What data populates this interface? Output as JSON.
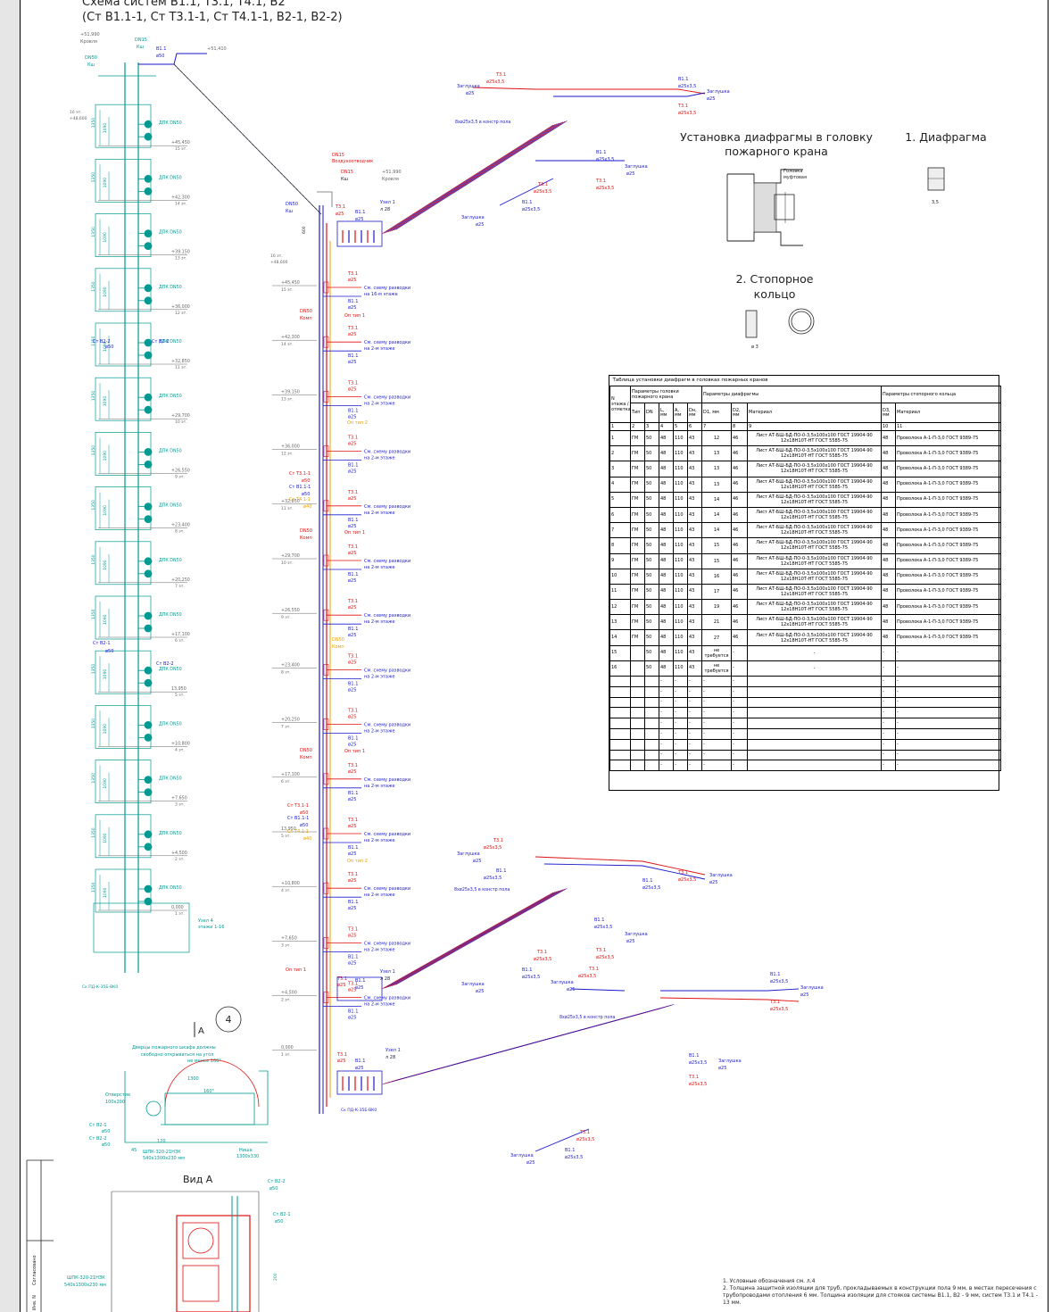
{
  "sheet": {
    "title_line1": "Схема систем В1.1, Т3.1, Т4.1, В2",
    "title_line2": "(Ст В1.1-1, Ст Т3.1-1, Ст Т4.1-1, В2-1, В2-2)"
  },
  "details": {
    "head_title_1": "Установка диафрагмы в головку",
    "head_title_2": "пожарного крана",
    "head_label_1": "Головка",
    "head_label_2": "муфтовая",
    "diaphragm_title": "1. Диафрагма",
    "diaphragm_dim": "3,5",
    "ring_title_1": "2. Стопорное",
    "ring_title_2": "кольцо",
    "ring_dim": "ø 3"
  },
  "view_a": {
    "view_marker": "A",
    "circle_number": "4",
    "title": "Вид А",
    "door_note_1": "Дверцы пожарного шкафа должны",
    "door_note_2": "свободно открываться на угол",
    "door_note_3": "не менее 160°",
    "angle": "160°",
    "width_1300": "1300",
    "opening_1": "Отверстие",
    "opening_2": "100x200",
    "cabinet_1": "ШПК-320-21НЗК",
    "cabinet_2": "540x1300x230 мм",
    "niche_1": "Ниша",
    "niche_2": "1300x330",
    "st_b2_1": "Ст В2-1",
    "st_b2_2": "Ст В2-2",
    "d50": "ø50",
    "dim_45": "45",
    "dim_120": "120",
    "dim_200": "200"
  },
  "left_riser": {
    "top_marks": [
      "+51,990",
      "Кровля"
    ],
    "dn15": "DN15",
    "ksh": "Кш",
    "dn50": "DN50",
    "b11": "В1.1",
    "d50": "ø50",
    "elev_top": "+51,410",
    "tech_floor": [
      "16 эт.",
      "+48,600"
    ],
    "floors": [
      {
        "elev": "+45,450",
        "floor": "15 эт."
      },
      {
        "elev": "+42,300",
        "floor": "14 эт."
      },
      {
        "elev": "+39,150",
        "floor": "13 эт."
      },
      {
        "elev": "+36,000",
        "floor": "12 эт."
      },
      {
        "elev": "+32,850",
        "floor": "11 эт."
      },
      {
        "elev": "+29,700",
        "floor": "10 эт."
      },
      {
        "elev": "+26,550",
        "floor": "9 эт."
      },
      {
        "elev": "+23,400",
        "floor": "8 эт."
      },
      {
        "elev": "+20,250",
        "floor": "7 эт."
      },
      {
        "elev": "+17,100",
        "floor": "6 эт."
      },
      {
        "elev": "13,950",
        "floor": "5 эт."
      },
      {
        "elev": "+10,800",
        "floor": "4 эт."
      },
      {
        "elev": "+7,650",
        "floor": "3 эт."
      },
      {
        "elev": "+4,500",
        "floor": "2 эт."
      },
      {
        "elev": "0,000",
        "floor": "1 эт."
      }
    ],
    "valve": "ДПК DN50",
    "dim_1350": "1350",
    "dim_1090": "1090",
    "st_b2_2": "Ст В2-2",
    "st_b2_1": "Ст В2-1",
    "node4_1": "Узел 4",
    "node4_2": "этажи 1-16",
    "bottom": "Ск ПД-К-35Б-ВК0"
  },
  "mid_riser": {
    "dn15": "DN15",
    "air_vent": "Воздухоотводчик",
    "ksh": "Кш",
    "elev_roof": "+51,990",
    "roof": "Кровля",
    "dn50": "DN50",
    "t31": "Т3.1",
    "b11": "В1.1",
    "d25": "ø25",
    "d50": "ø50",
    "d40": "ø40",
    "node1": "Узел 1",
    "l28": "л 28",
    "see_1": "См. схему разводки",
    "see_2": "на 2-м этаже",
    "see_16": "на 16-м этаже",
    "komp": "Комп",
    "op_t1": "Оп тип 1",
    "op_t2": "Оп тип 2",
    "st_t31": "Ст Т3.1-1",
    "st_b11": "Ст В1.1-1",
    "st_t41": "Ст Т4.1-1",
    "dim_600": "600",
    "tech": [
      "16 эт.",
      "+48,600"
    ],
    "floor_elevs": [
      {
        "elev": "+45,450",
        "floor": "15 эт."
      },
      {
        "elev": "+42,300",
        "floor": "14 эт."
      },
      {
        "elev": "+39,150",
        "floor": "13 эт."
      },
      {
        "elev": "+36,000",
        "floor": "12 эт."
      },
      {
        "elev": "+32,850",
        "floor": "11 эт."
      },
      {
        "elev": "+29,700",
        "floor": "10 эт."
      },
      {
        "elev": "+26,550",
        "floor": "9 эт."
      },
      {
        "elev": "+23,400",
        "floor": "8 эт."
      },
      {
        "elev": "+20,250",
        "floor": "7 эт."
      },
      {
        "elev": "+17,100",
        "floor": "6 эт."
      },
      {
        "elev": "13,950",
        "floor": "5 эт."
      },
      {
        "elev": "+10,800",
        "floor": "4 эт."
      },
      {
        "elev": "+7,650",
        "floor": "3 эт."
      },
      {
        "elev": "+4,500",
        "floor": "2 эт."
      },
      {
        "elev": "0,000",
        "floor": "1 эт."
      }
    ],
    "bottom": "Ск ПД-К-35Б-ВК0"
  },
  "branches": {
    "plug": "Заглушка",
    "d25": "ø25",
    "d25x35": "ø25x3,5",
    "t31": "Т3.1",
    "b11": "В1.1",
    "pipe_note": "8xø25x3,5 в констр пола"
  },
  "table": {
    "caption": "Таблица установки диафрагм в головках пожарных кранов",
    "h_floor": "N этажа /отметка",
    "h_head": "Параметры головки пожарного крана",
    "h_diaph": "Параметры диафрагмы",
    "h_ring": "Параметры стопорного кольца",
    "sub": [
      "Тип",
      "DN",
      "L, мм",
      "A, мм",
      "Dн, мм",
      "D1, мм",
      "D2, мм",
      "Материал",
      "D3, мм",
      "Материал"
    ],
    "nums": [
      "1",
      "2",
      "3",
      "4",
      "5",
      "6",
      "7",
      "8",
      "9",
      "10",
      "11"
    ],
    "rows": [
      {
        "n": "1",
        "type": "ГМ",
        "dn": "50",
        "l": "48",
        "a": "110",
        "dh": "43",
        "d1": "12",
        "d2": "46",
        "mat": "Лист АТ-БШ-БД-ПО-0-3,5х100х100 ГОСТ 19904-90 12х18Н10Т-НТ ГОСТ 5585-75",
        "d3": "48",
        "mat2": "Проволока А-1-П-3,0 ГОСТ 9389-75"
      },
      {
        "n": "2",
        "type": "ГМ",
        "dn": "50",
        "l": "48",
        "a": "110",
        "dh": "43",
        "d1": "13",
        "d2": "46",
        "mat": "Лист АТ-БШ-БД-ПО-0-3,5х100х100 ГОСТ 19904-90 12х18Н10Т-НТ ГОСТ 5585-75",
        "d3": "48",
        "mat2": "Проволока А-1-П-3,0 ГОСТ 9389-75"
      },
      {
        "n": "3",
        "type": "ГМ",
        "dn": "50",
        "l": "48",
        "a": "110",
        "dh": "43",
        "d1": "13",
        "d2": "46",
        "mat": "Лист АТ-БШ-БД-ПО-0-3,5х100х100 ГОСТ 19904-90 12х18Н10Т-НТ ГОСТ 5585-75",
        "d3": "48",
        "mat2": "Проволока А-1-П-3,0 ГОСТ 9389-75"
      },
      {
        "n": "4",
        "type": "ГМ",
        "dn": "50",
        "l": "48",
        "a": "110",
        "dh": "43",
        "d1": "13",
        "d2": "46",
        "mat": "Лист АТ-БШ-БД-ПО-0-3,5х100х100 ГОСТ 19904-90 12х18Н10Т-НТ ГОСТ 5585-75",
        "d3": "48",
        "mat2": "Проволока А-1-П-3,0 ГОСТ 9389-75"
      },
      {
        "n": "5",
        "type": "ГМ",
        "dn": "50",
        "l": "48",
        "a": "110",
        "dh": "43",
        "d1": "14",
        "d2": "46",
        "mat": "Лист АТ-БШ-БД-ПО-0-3,5х100х100 ГОСТ 19904-90 12х18Н10Т-НТ ГОСТ 5585-75",
        "d3": "48",
        "mat2": "Проволока А-1-П-3,0 ГОСТ 9389-75"
      },
      {
        "n": "6",
        "type": "ГМ",
        "dn": "50",
        "l": "48",
        "a": "110",
        "dh": "43",
        "d1": "14",
        "d2": "46",
        "mat": "Лист АТ-БШ-БД-ПО-0-3,5х100х100 ГОСТ 19904-90 12х18Н10Т-НТ ГОСТ 5585-75",
        "d3": "48",
        "mat2": "Проволока А-1-П-3,0 ГОСТ 9389-75"
      },
      {
        "n": "7",
        "type": "ГМ",
        "dn": "50",
        "l": "48",
        "a": "110",
        "dh": "43",
        "d1": "14",
        "d2": "46",
        "mat": "Лист АТ-БШ-БД-ПО-0-3,5х100х100 ГОСТ 19904-90 12х18Н10Т-НТ ГОСТ 5585-75",
        "d3": "48",
        "mat2": "Проволока А-1-П-3,0 ГОСТ 9389-75"
      },
      {
        "n": "8",
        "type": "ГМ",
        "dn": "50",
        "l": "48",
        "a": "110",
        "dh": "43",
        "d1": "15",
        "d2": "46",
        "mat": "Лист АТ-БШ-БД-ПО-0-3,5х100х100 ГОСТ 19904-90 12х18Н10Т-НТ ГОСТ 5585-75",
        "d3": "48",
        "mat2": "Проволока А-1-П-3,0 ГОСТ 9389-75"
      },
      {
        "n": "9",
        "type": "ГМ",
        "dn": "50",
        "l": "48",
        "a": "110",
        "dh": "43",
        "d1": "15",
        "d2": "46",
        "mat": "Лист АТ-БШ-БД-ПО-0-3,5х100х100 ГОСТ 19904-90 12х18Н10Т-НТ ГОСТ 5585-75",
        "d3": "48",
        "mat2": "Проволока А-1-П-3,0 ГОСТ 9389-75"
      },
      {
        "n": "10",
        "type": "ГМ",
        "dn": "50",
        "l": "48",
        "a": "110",
        "dh": "43",
        "d1": "16",
        "d2": "46",
        "mat": "Лист АТ-БШ-БД-ПО-0-3,5х100х100 ГОСТ 19904-90 12х18Н10Т-НТ ГОСТ 5585-75",
        "d3": "48",
        "mat2": "Проволока А-1-П-3,0 ГОСТ 9389-75"
      },
      {
        "n": "11",
        "type": "ГМ",
        "dn": "50",
        "l": "48",
        "a": "110",
        "dh": "43",
        "d1": "17",
        "d2": "46",
        "mat": "Лист АТ-БШ-БД-ПО-0-3,5х100х100 ГОСТ 19904-90 12х18Н10Т-НТ ГОСТ 5585-75",
        "d3": "48",
        "mat2": "Проволока А-1-П-3,0 ГОСТ 9389-75"
      },
      {
        "n": "12",
        "type": "ГМ",
        "dn": "50",
        "l": "48",
        "a": "110",
        "dh": "43",
        "d1": "19",
        "d2": "46",
        "mat": "Лист АТ-БШ-БД-ПО-0-3,5х100х100 ГОСТ 19904-90 12х18Н10Т-НТ ГОСТ 5585-75",
        "d3": "48",
        "mat2": "Проволока А-1-П-3,0 ГОСТ 9389-75"
      },
      {
        "n": "13",
        "type": "ГМ",
        "dn": "50",
        "l": "48",
        "a": "110",
        "dh": "43",
        "d1": "21",
        "d2": "46",
        "mat": "Лист АТ-БШ-БД-ПО-0-3,5х100х100 ГОСТ 19904-90 12х18Н10Т-НТ ГОСТ 5585-75",
        "d3": "48",
        "mat2": "Проволока А-1-П-3,0 ГОСТ 9389-75"
      },
      {
        "n": "14",
        "type": "ГМ",
        "dn": "50",
        "l": "48",
        "a": "110",
        "dh": "43",
        "d1": "27",
        "d2": "46",
        "mat": "Лист АТ-БШ-БД-ПО-0-3,5х100х100 ГОСТ 19904-90 12х18Н10Т-НТ ГОСТ 5585-75",
        "d3": "48",
        "mat2": "Проволока А-1-П-3,0 ГОСТ 9389-75"
      },
      {
        "n": "15",
        "type": "",
        "dn": "50",
        "l": "48",
        "a": "110",
        "dh": "43",
        "d1": "не требуется",
        "d2": "-",
        "mat": "-",
        "d3": "-",
        "mat2": "-"
      },
      {
        "n": "16",
        "type": "",
        "dn": "50",
        "l": "48",
        "a": "110",
        "dh": "43",
        "d1": "не требуется",
        "d2": "-",
        "mat": "-",
        "d3": "-",
        "mat2": "-"
      }
    ],
    "dash": "-"
  },
  "notes": {
    "n1": "1. Условные обозначения см. л.4",
    "n2": "2. Толщина защитной изоляции для труб, прокладываемых в конструкции пола 9 мм, в местах пересечения с",
    "n3": "трубопроводами отопления 6 мм. Толщина изоляции для стояков системы В1.1, В2 - 9 мм, систем Т3.1 и Т4.1 -",
    "n4": "13 мм."
  },
  "frame": {
    "stamp_1": "Согласовано",
    "stamp_2": "Инв. N"
  },
  "colors": {
    "teal": "#009a92",
    "blue": "#1a1acc",
    "red": "#e01010",
    "orange": "#e8a000",
    "gray": "#666666"
  }
}
